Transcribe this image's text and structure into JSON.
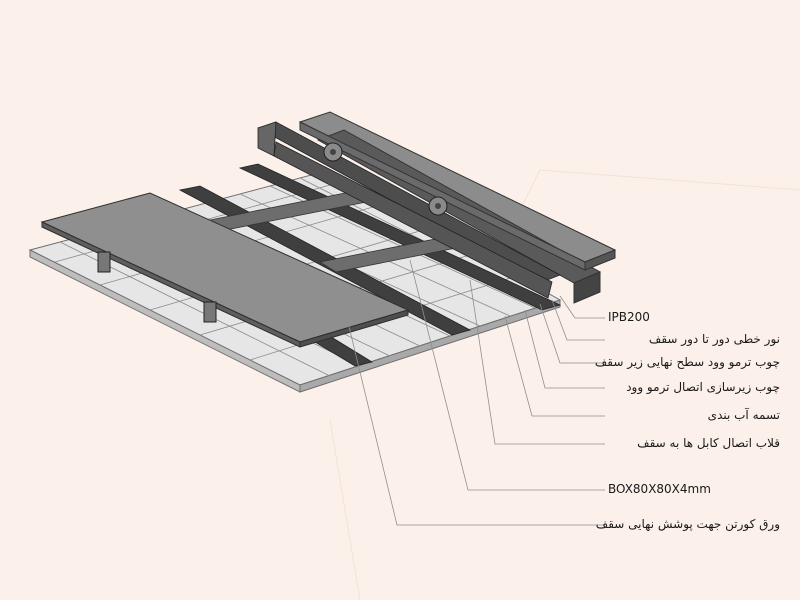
{
  "labels": {
    "ipb": "IPB200",
    "line_light": "نور خطی دور تا دور سقف",
    "thermo_finish": "چوب ترمو وود سطح نهایی زیر سقف",
    "thermo_sub": "چوب زیرسازی اتصال ترمو وود",
    "waterproof": "تسمه آب بندی",
    "cable_hook": "قلاب اتصال کابل ها به سقف",
    "box": "BOX80X80X4mm",
    "corten": "ورق کورتن جهت پوشش نهایی سقف"
  },
  "colors": {
    "background": "#fbf1ea",
    "steel": "#7a7a7a",
    "steel_dark": "#4a4a4a",
    "panel": "#9a9a9a",
    "deck": "#dcdcdc",
    "leader": "#9a9a9a"
  }
}
